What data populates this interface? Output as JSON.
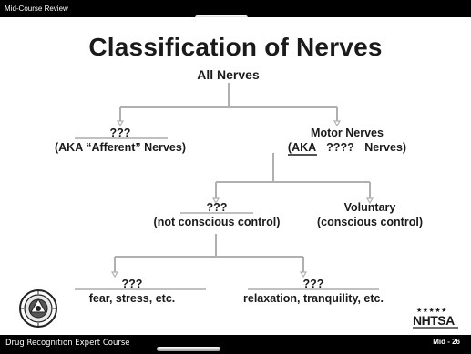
{
  "header": {
    "title": "Mid-Course Review"
  },
  "slide": {
    "title": "Classification of Nerves",
    "root": "All Nerves",
    "left": {
      "line1": "???",
      "line2": "(AKA “Afferent” Nerves)"
    },
    "motor": {
      "line1": "Motor Nerves",
      "line2_prefix": "(AKA",
      "line2_blank": "????",
      "line2_suffix": "Nerves)"
    },
    "involuntary": {
      "line1": "???",
      "line2": "(not conscious control)"
    },
    "voluntary": {
      "line1": "Voluntary",
      "line2": "(conscious control)"
    },
    "fear": {
      "line1": "???",
      "line2": "fear, stress, etc."
    },
    "relax": {
      "line1": "???",
      "line2": "relaxation, tranquility, etc."
    }
  },
  "footer": {
    "course": "Drug Recognition Expert Course",
    "page": "Mid - 26"
  },
  "logos": {
    "nhtsa_text": "NHTSA",
    "nhtsa_stars": "★★★★★"
  },
  "colors": {
    "bar": "#000000",
    "line": "#b0b0b0",
    "text": "#1a1a1a"
  }
}
